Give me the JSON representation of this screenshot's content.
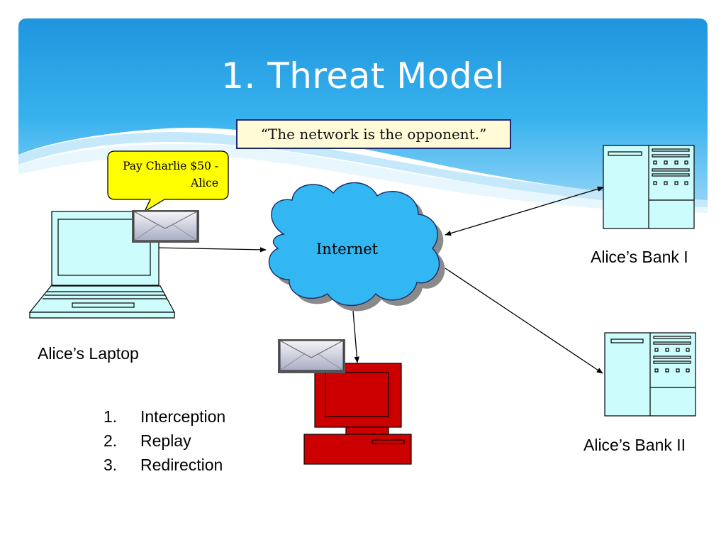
{
  "slide": {
    "title": "1. Threat Model",
    "quote": "“The network is the opponent.”"
  },
  "callout": {
    "line1": "Pay Charlie $50 -",
    "line2": "Alice"
  },
  "cloud": {
    "label": "Internet"
  },
  "nodes": {
    "laptop_label": "Alice’s Laptop",
    "bank1_label": "Alice’s Bank I",
    "bank2_label": "Alice’s Bank II"
  },
  "threats": [
    {
      "num": "1.",
      "text": "Interception"
    },
    {
      "num": "2.",
      "text": "Replay"
    },
    {
      "num": "3.",
      "text": "Redirection"
    }
  ],
  "colors": {
    "header_blue": "#29a8e6",
    "device_cyan": "#ccfcfc",
    "attacker_red": "#cc0000",
    "cloud_blue": "#33b7f2",
    "callout_yellow": "#ffff00"
  }
}
